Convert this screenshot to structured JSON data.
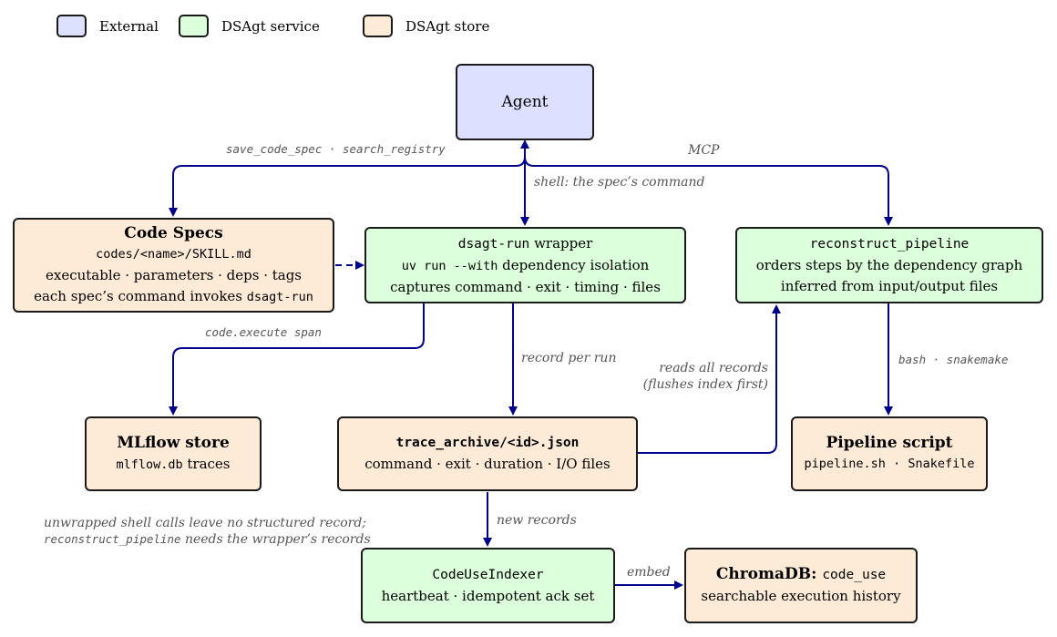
{
  "legend": {
    "external": "External",
    "service": "DSAgt service",
    "store": "DSAgt store"
  },
  "colors": {
    "external": "#dde0ff",
    "service": "#dcffdc",
    "store": "#fdebd8",
    "arrow": "#00008b"
  },
  "nodes": {
    "agent": {
      "title": "Agent"
    },
    "code_specs": {
      "title": "Code Specs",
      "path": "codes/<name>/SKILL.md",
      "line2": "executable · parameters · deps · tags",
      "line3_prefix": "each spec’s command invokes ",
      "line3_code": "dsagt-run"
    },
    "wrapper": {
      "title_code": "dsagt-run",
      "title_suffix": " wrapper",
      "line1_code": "uv run --with",
      "line1_suffix": " dependency isolation",
      "line2": "captures command · exit · timing · files"
    },
    "reconstruct": {
      "title_code": "reconstruct_pipeline",
      "line1": "orders steps by the dependency graph",
      "line2": "inferred from input/output files"
    },
    "mlflow": {
      "title": "MLflow store",
      "code": "mlflow.db",
      "suffix": " traces"
    },
    "trace_archive": {
      "title_code": "trace_archive/<id>.json",
      "line1": "command · exit · duration · I/O files"
    },
    "pipeline_script": {
      "title": "Pipeline script",
      "code": "pipeline.sh · Snakefile"
    },
    "indexer": {
      "title_code": "CodeUseIndexer",
      "line1": "heartbeat · idempotent ack set"
    },
    "chromadb": {
      "title": "ChromaDB",
      "sep": ": ",
      "code": "code_use",
      "line1": "searchable execution history"
    }
  },
  "edge_labels": {
    "save_search": "save_code_spec · search_registry",
    "mcp": "MCP",
    "shell": "shell: the spec’s command",
    "code_execute": "code.execute span",
    "record_per_run": "record per run",
    "reads_all_1": "reads all records",
    "reads_all_2": "(flushes index first)",
    "bash_snakemake": "bash · snakemake",
    "new_records": "new records",
    "embed": "embed",
    "note_1": "unwrapped shell calls leave no structured record;",
    "note_2_code": "reconstruct_pipeline",
    "note_2_suffix": " needs the wrapper’s records"
  }
}
